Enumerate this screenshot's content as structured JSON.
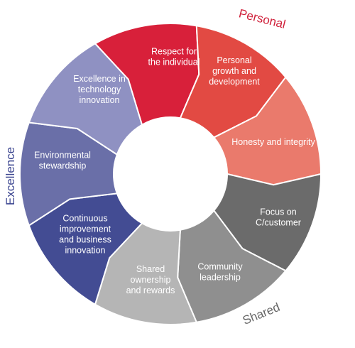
{
  "groups": [
    {
      "name": "Personal",
      "color": "#d0203a"
    },
    {
      "name": "Shared",
      "color": "#666666"
    },
    {
      "name": "Excellence",
      "color": "#3b4590"
    }
  ],
  "segments": [
    {
      "lines": [
        "Respect for",
        "the individual"
      ],
      "color": "#d8203a",
      "text_color": "#ffffff"
    },
    {
      "lines": [
        "Personal",
        "growth and",
        "development"
      ],
      "color": "#e24a43",
      "text_color": "#ffffff"
    },
    {
      "lines": [
        "Honesty and integrity"
      ],
      "color": "#ea7a6c",
      "text_color": "#ffffff"
    },
    {
      "lines": [
        "Focus on",
        "C/customer"
      ],
      "color": "#6b6b6b",
      "text_color": "#ffffff"
    },
    {
      "lines": [
        "Community",
        "leadership"
      ],
      "color": "#8f8f8f",
      "text_color": "#ffffff"
    },
    {
      "lines": [
        "Shared",
        "ownership",
        "and rewards"
      ],
      "color": "#b5b5b5",
      "text_color": "#ffffff"
    },
    {
      "lines": [
        "Continuous",
        "improvement",
        "and business",
        "innovation"
      ],
      "color": "#434c93",
      "text_color": "#ffffff"
    },
    {
      "lines": [
        "Environmental",
        "stewardship"
      ],
      "color": "#6a6fa8",
      "text_color": "#ffffff"
    },
    {
      "lines": [
        "Excellence in",
        "technology",
        "innovation"
      ],
      "color": "#8f91c2",
      "text_color": "#ffffff"
    }
  ]
}
